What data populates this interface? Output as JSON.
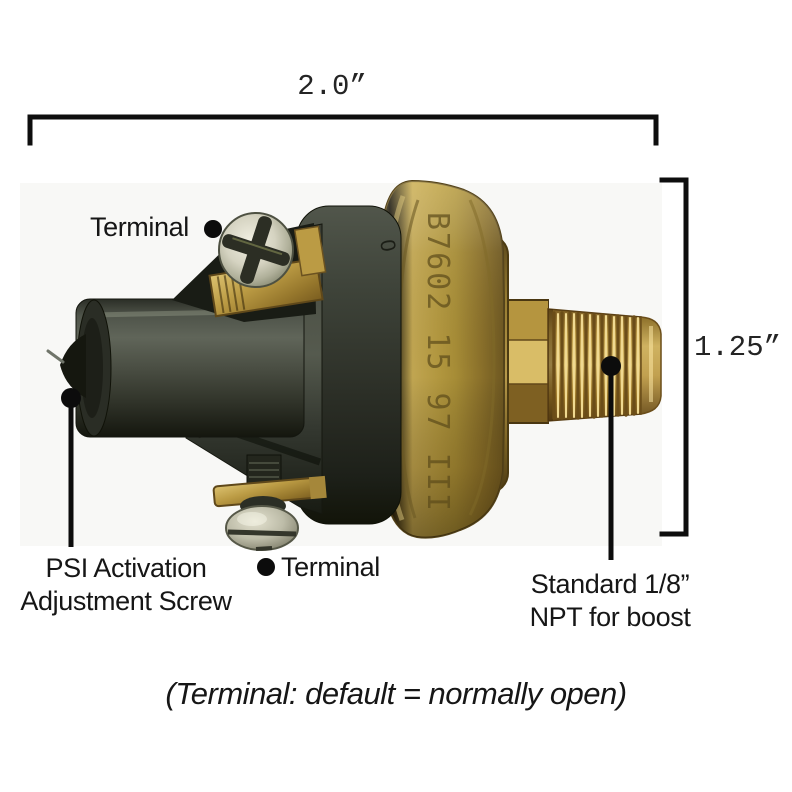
{
  "dimensions": {
    "width_label": "2.0”",
    "height_label": "1.25”"
  },
  "callouts": {
    "terminal_top": "Terminal",
    "terminal_bottom": "Terminal",
    "adjustment_line1": "PSI Activation",
    "adjustment_line2": "Adjustment Screw",
    "npt_line1": "Standard 1/8”",
    "npt_line2": "NPT for boost"
  },
  "footnote": "(Terminal: default = normally open)",
  "device": {
    "disc_stamp": "B7602 15 97 III",
    "housing_stamp": "0",
    "brass_color": "#b2973f",
    "plastic_color": "#2b2e26",
    "annotation_color": "#111111"
  }
}
